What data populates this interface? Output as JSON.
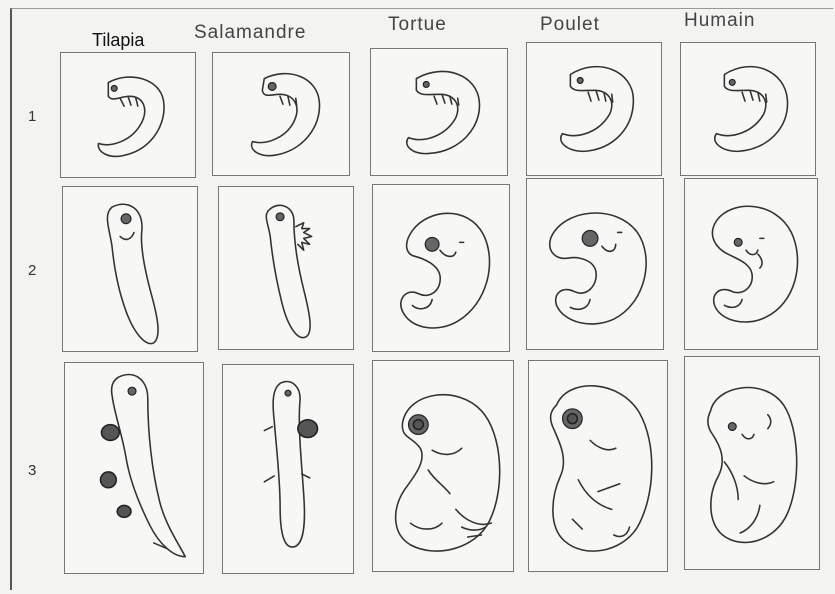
{
  "columns": [
    {
      "label": "Tilapia"
    },
    {
      "label": "Salamandre"
    },
    {
      "label": "Tortue"
    },
    {
      "label": "Poulet"
    },
    {
      "label": "Humain"
    }
  ],
  "rows": [
    {
      "label": "1"
    },
    {
      "label": "2"
    },
    {
      "label": "3"
    }
  ]
}
